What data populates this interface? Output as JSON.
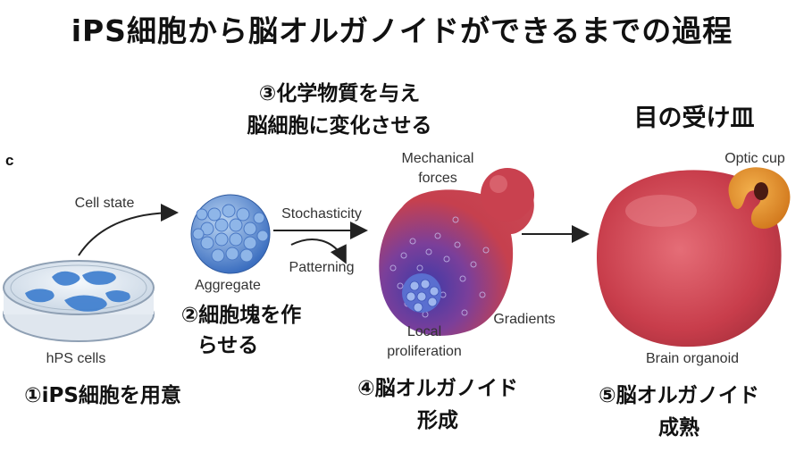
{
  "title": "iPS細胞から脳オルガノイドができるまでの過程",
  "panel_letter": "c",
  "diagram_labels": {
    "hps_cells": "hPS cells",
    "cell_state": "Cell state",
    "aggregate": "Aggregate",
    "stochasticity": "Stochasticity",
    "patterning": "Patterning",
    "mechanical_forces_1": "Mechanical",
    "mechanical_forces_2": "forces",
    "gradients": "Gradients",
    "local_prolif_1": "Local",
    "local_prolif_2": "proliferation",
    "optic_cup": "Optic cup",
    "brain_organoid": "Brain organoid"
  },
  "annotations": {
    "step1": "①iPS細胞を用意",
    "step2_line1": "②細胞塊を作",
    "step2_line2": "らせる",
    "step3_line1": "③化学物質を与え",
    "step3_line2": "脳細胞に変化させる",
    "step4_line1": "④脳オルガノイド",
    "step4_line2": "形成",
    "step5_line1": "⑤脳オルガノイド",
    "step5_line2": "成熟",
    "eye_cup": "目の受け皿"
  },
  "colors": {
    "dish_blue": "#3f7fcf",
    "aggregate_blue": "#6f9fdc",
    "organoid_red": "#cc3f4c",
    "organoid_purple": "#5a3fa8",
    "optic_orange": "#e08a2a"
  }
}
